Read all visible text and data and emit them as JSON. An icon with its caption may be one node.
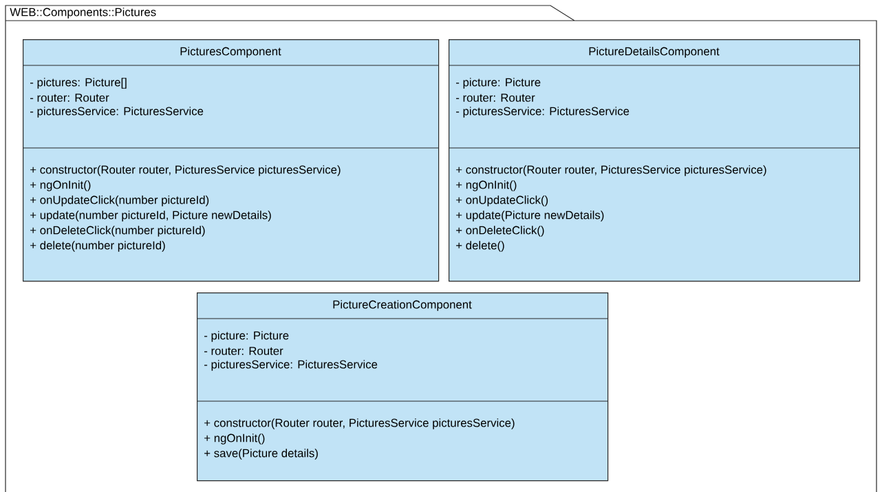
{
  "diagram": {
    "nodes": [
      {
        "text": [
          "WEB::Components::Pictures"
        ]
      },
      {
        "text": [
          "PicturesComponent",
          "- pictures: Picture[]",
          "- router: Router",
          "- picturesService: PicturesService",
          "+ constructor(Router router, PicturesService picturesService)",
          "+ ngOnInit()",
          "+ onUpdateClick(number pictureId)",
          "+ update(number pictureId, Picture newDetails)",
          "+ onDeleteClick(number pictureId)",
          "+ delete(number pictureId)"
        ],
        "in": 0
      },
      {
        "text": [
          "PictureDetailsComponent",
          "- picture: Picture",
          "- router: Router",
          "- picturesService: PicturesService",
          "+ constructor(Router router, PicturesService picturesService)",
          "+ ngOnInit()",
          "+ onUpdateClick()",
          "+ update(Picture newDetails)",
          "+ onDeleteClick()",
          "+ delete()"
        ],
        "in": 0
      },
      {
        "text": [
          "PictureCreationComponent",
          "- picture: Picture",
          "- router: Router",
          "- picturesService: PicturesService",
          "+ constructor(Router router, PicturesService picturesService)",
          "+ ngOnInit()",
          "+ save(Picture details)"
        ],
        "in": 0
      }
    ]
  }
}
